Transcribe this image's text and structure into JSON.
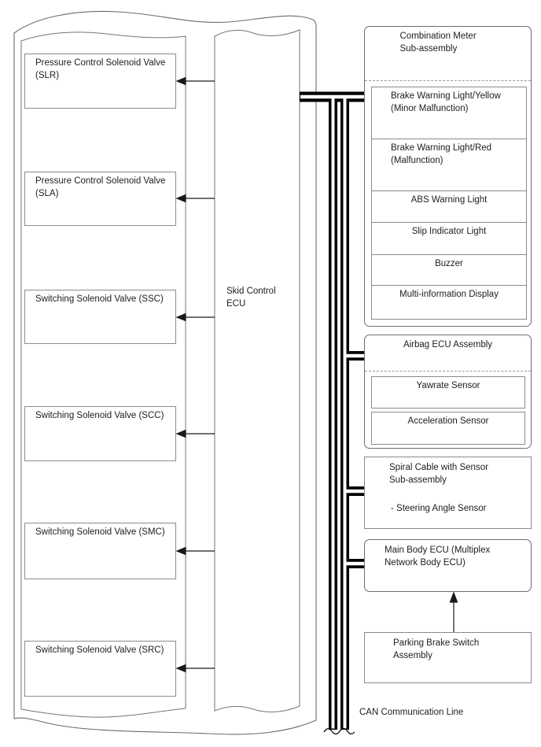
{
  "left": {
    "boxes": [
      {
        "label": "Pressure Control Solenoid Valve (SLR)"
      },
      {
        "label": "Pressure Control Solenoid Valve (SLA)"
      },
      {
        "label": "Switching Solenoid Valve (SSC)"
      },
      {
        "label": "Switching Solenoid Valve (SCC)"
      },
      {
        "label": "Switching Solenoid Valve (SMC)"
      },
      {
        "label": "Switching Solenoid Valve (SRC)"
      }
    ]
  },
  "ecu": {
    "label": "Skid Control ECU"
  },
  "right": {
    "combination_meter": {
      "title": "Combination Meter Sub-assembly",
      "items": [
        "Brake Warning Light/Yellow (Minor Malfunction)",
        "Brake Warning Light/Red (Malfunction)",
        "ABS Warning Light",
        "Slip Indicator Light",
        "Buzzer",
        "Multi-information Display"
      ]
    },
    "airbag": {
      "title": "Airbag ECU Assembly",
      "items": [
        "Yawrate Sensor",
        "Acceleration Sensor"
      ]
    },
    "spiral": {
      "title": "Spiral Cable with Sensor Sub-assembly",
      "item": "- Steering Angle Sensor"
    },
    "main_body": {
      "label": "Main Body ECU (Multiplex Network Body ECU)"
    },
    "parking_brake": {
      "label": "Parking Brake Switch Assembly"
    }
  },
  "can_label": "CAN Communication Line",
  "colors": {
    "bus_line": "#000000",
    "box_border": "#8a8a8a",
    "container_outline": "#707070",
    "text": "#1d1d1d"
  }
}
